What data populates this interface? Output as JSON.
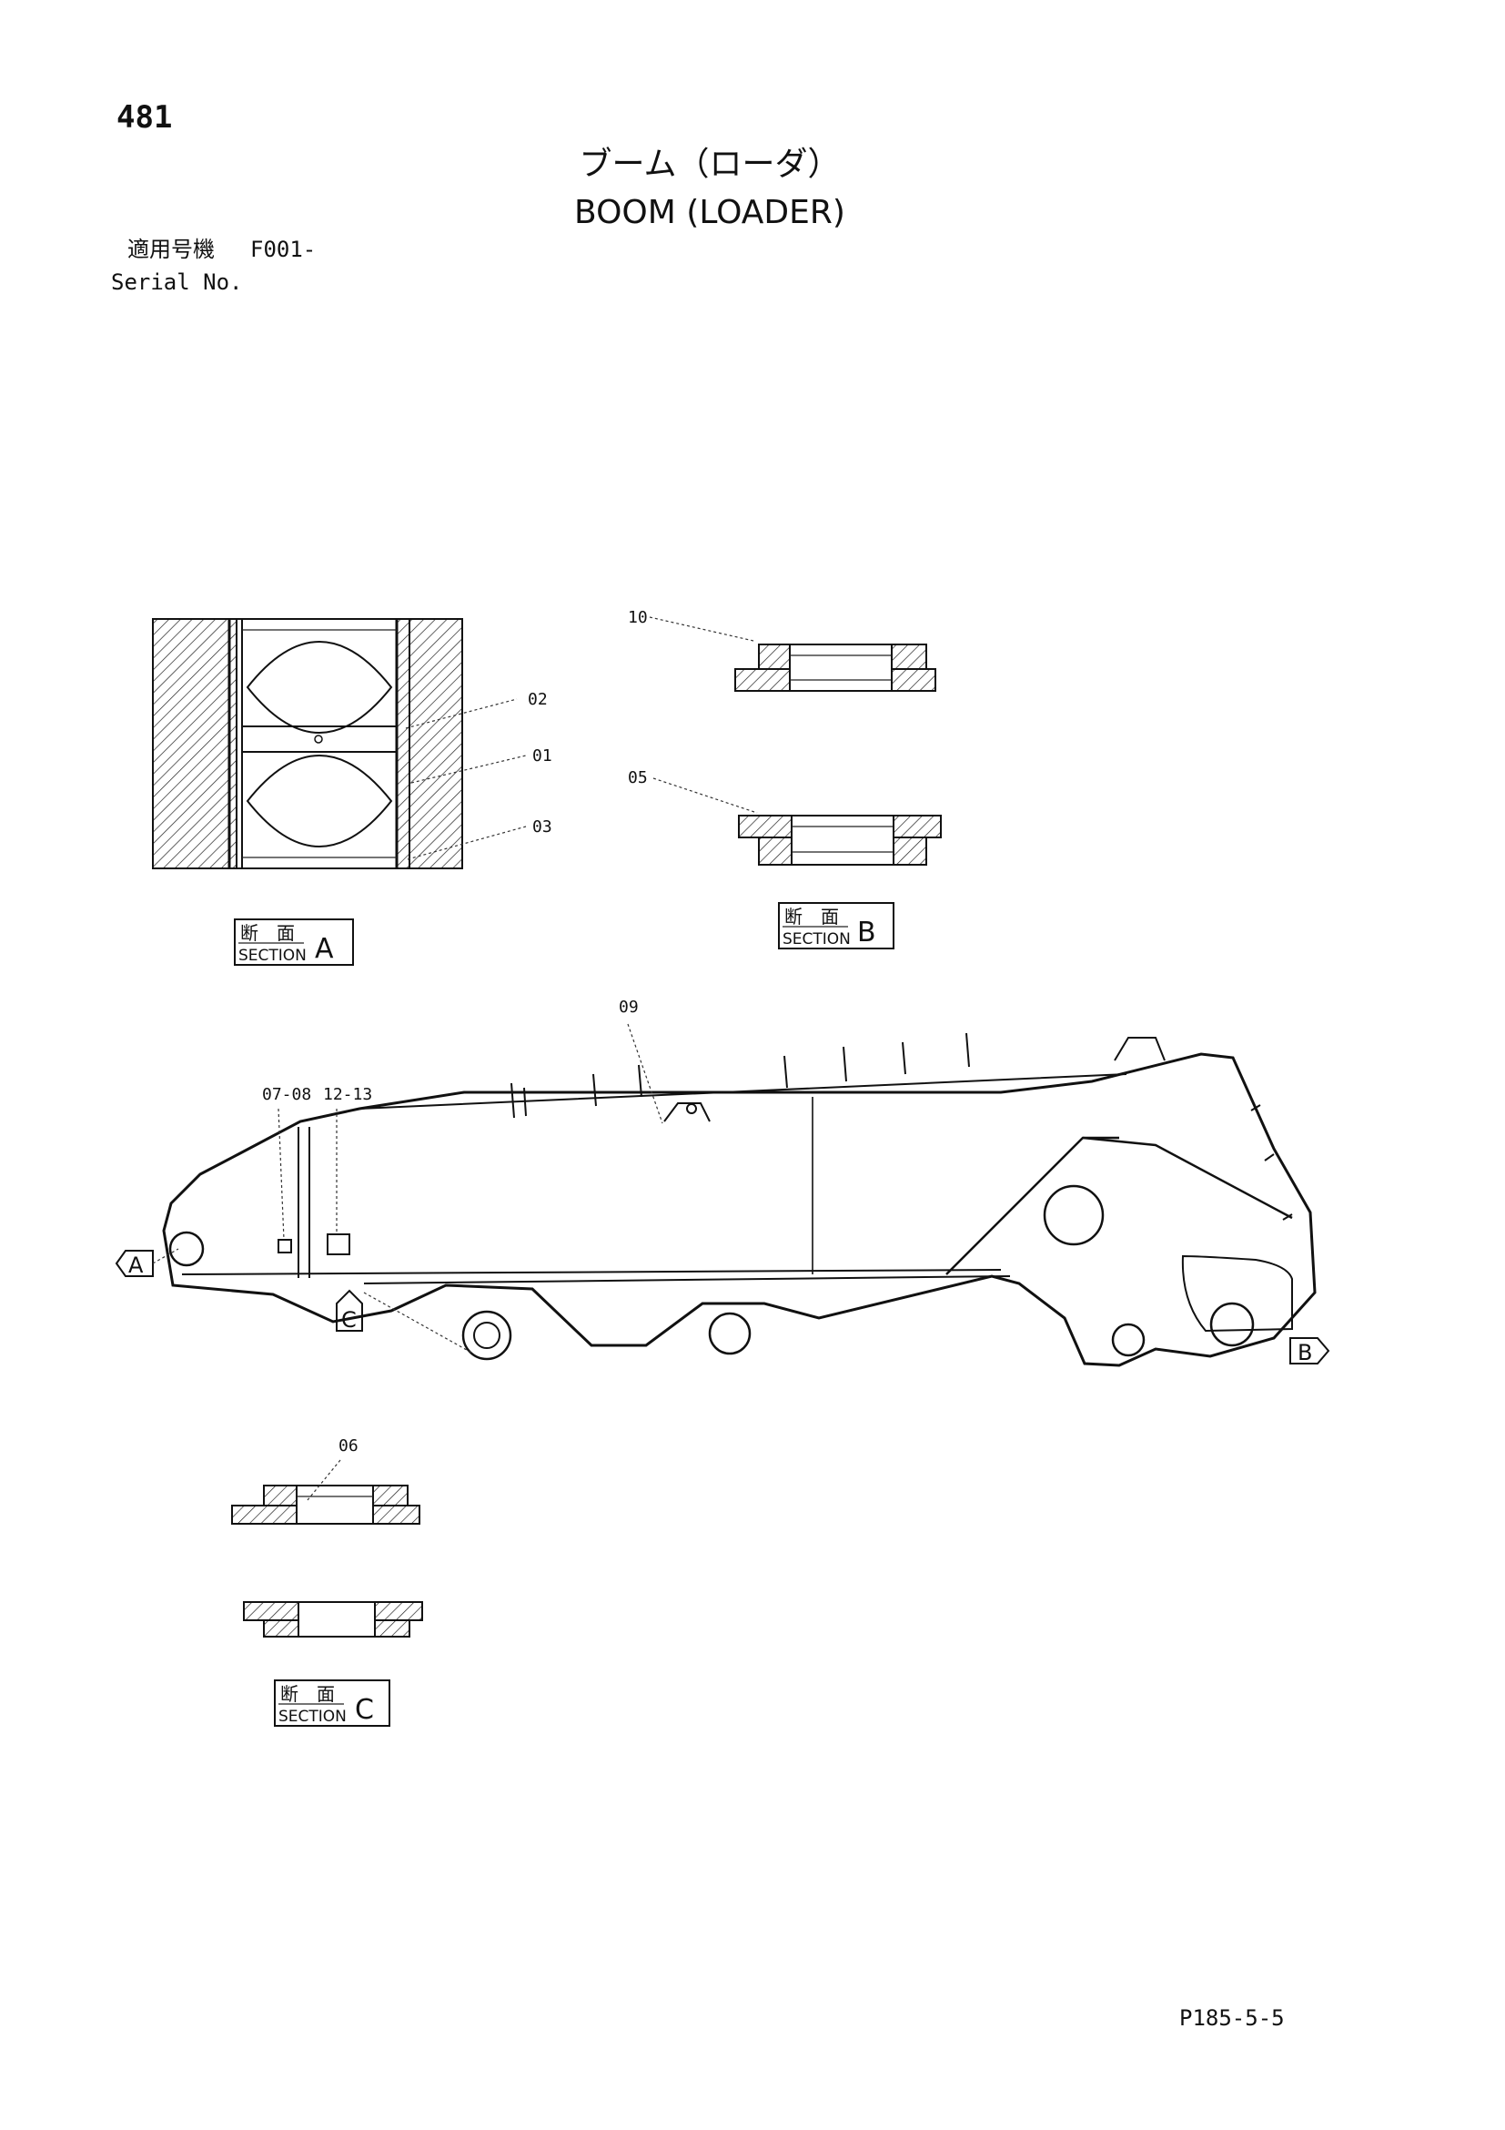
{
  "page_number": "481",
  "title_jp": "ブーム（ローダ）",
  "title_en": "BOOM (LOADER)",
  "serial": {
    "label_jp": "適用号機",
    "value": "F001-",
    "label_en": "Serial No."
  },
  "section_a": {
    "label_jp": "断　面",
    "label_en": "SECTION",
    "letter": "A"
  },
  "section_b": {
    "label_jp": "断　面",
    "label_en": "SECTION",
    "letter": "B"
  },
  "section_c": {
    "label_jp": "断　面",
    "label_en": "SECTION",
    "letter": "C"
  },
  "callouts": {
    "c02": "02",
    "c01": "01",
    "c03": "03",
    "c10": "10",
    "c05": "05",
    "c09": "09",
    "c0708": "07-08",
    "c1213": "12-13",
    "c06": "06"
  },
  "markers": {
    "a": "A",
    "b": "B",
    "c": "C"
  },
  "footer_code": "P185-5-5"
}
